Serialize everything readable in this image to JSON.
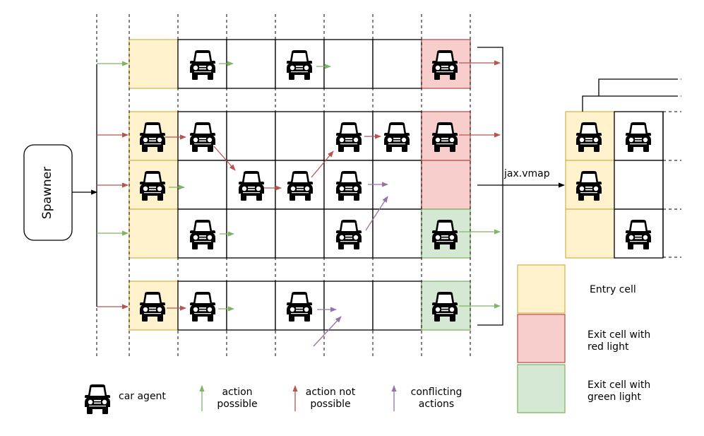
{
  "spawner": {
    "label": "Spawner"
  },
  "vmap": {
    "label": "jax.vmap"
  },
  "legend": {
    "car_agent": "car agent",
    "action_possible": [
      "action",
      "possible"
    ],
    "action_not_possible": [
      "action not",
      "possible"
    ],
    "conflicting_actions": [
      "conflicting",
      "actions"
    ],
    "entry_cell": "Entry cell",
    "exit_red": [
      "Exit cell with",
      "red light"
    ],
    "exit_green": [
      "Exit cell with",
      "green light"
    ]
  },
  "colors": {
    "entry_fill": "#fff2cc",
    "entry_stroke": "#d6b656",
    "red_fill": "#f8cecc",
    "red_stroke": "#b85450",
    "green_fill": "#d5e8d4",
    "green_stroke": "#82b366",
    "arrow_green": "#82b366",
    "arrow_red": "#b85450",
    "arrow_purple": "#9673a6"
  },
  "icons": [
    "car-icon",
    "arrow-icon"
  ]
}
